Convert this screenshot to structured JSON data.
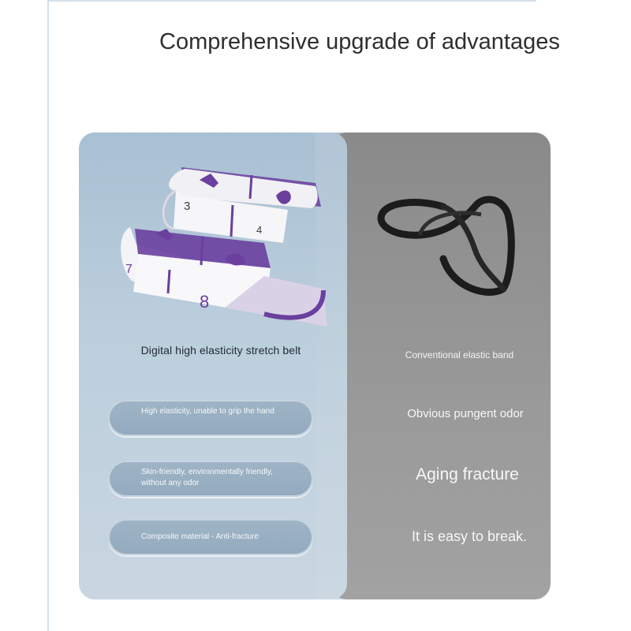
{
  "headline": "Comprehensive upgrade of advantages",
  "product": {
    "belt_numbers": [
      "3",
      "4",
      "7",
      "8"
    ],
    "caption": "Digital high elasticity stretch belt"
  },
  "conventional": {
    "caption": "Conventional elastic band"
  },
  "advantages": [
    "High elasticity, unable to grip the hand",
    "Skin-friendly, environmentally friendly, without any odor",
    "Composite material - Anti-fracture"
  ],
  "disadvantages": [
    "Obvious pungent odor",
    "Aging fracture",
    "It is easy to break."
  ],
  "colors": {
    "belt_purple": "#6a3f9e",
    "left_panel": "#b8cbda",
    "right_panel": "#939394",
    "band_black": "#1c1c1c"
  }
}
